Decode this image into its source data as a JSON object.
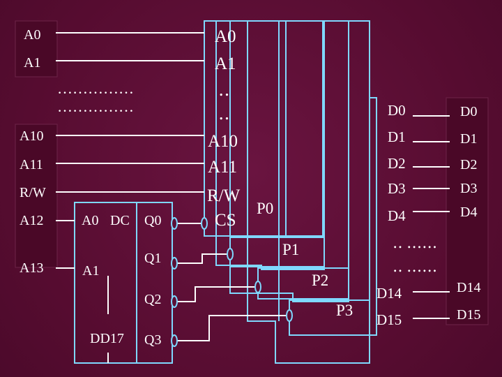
{
  "left_labels": {
    "a0": "A0",
    "a1": "A1",
    "dots_1": "……………",
    "dots_2": "……………",
    "a10": "A10",
    "a11": "A11",
    "rw": "R/W",
    "a12": "A12",
    "a13": "A13"
  },
  "decoder": {
    "in_a0": "A0",
    "dc": "DC",
    "in_a1": "A1",
    "q0": "Q0",
    "q1": "Q1",
    "q2": "Q2",
    "q3": "Q3",
    "name": "DD17"
  },
  "chip_labels": {
    "a0": "A0",
    "a1": "A1",
    "dots_1": "‥",
    "dots_2": "‥",
    "a10": "A10",
    "a11": "A11",
    "rw": "R/W",
    "cs": "CS"
  },
  "chips": {
    "p0": "P0",
    "p1": "P1",
    "p2": "P2",
    "p3": "P3"
  },
  "data_inner": {
    "d0": "D0",
    "d1": "D1",
    "d2": "D2",
    "d3": "D3",
    "d4": "D4",
    "dots_1": "‥ ‥‥‥",
    "dots_2": "‥ ‥‥‥",
    "d14": "D14",
    "d15": "D15"
  },
  "data_outer": {
    "d0": "D0",
    "d1": "D1",
    "d2": "D2",
    "d3": "D3",
    "d4": "D4",
    "d14": "D14",
    "d15": "D15"
  }
}
